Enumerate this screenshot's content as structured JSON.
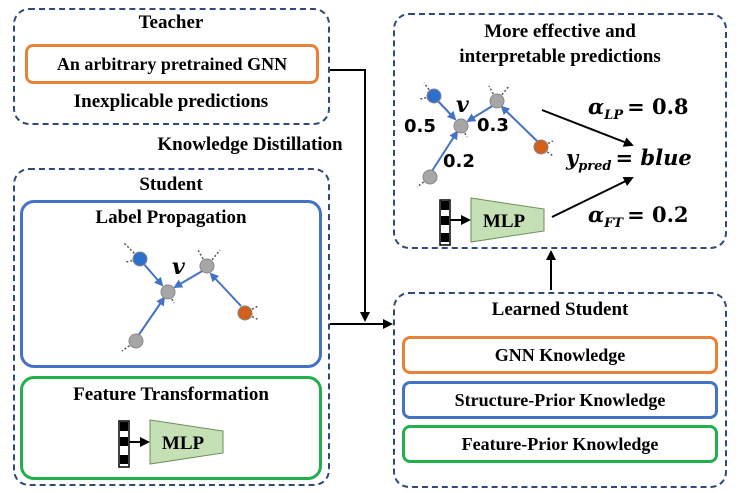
{
  "teacher": {
    "title": "Teacher",
    "gnn_label": "An arbitrary pretrained GNN",
    "predictions": "Inexplicable predictions"
  },
  "distillation_label": "Knowledge Distillation",
  "student": {
    "title": "Student",
    "label_propagation": "Label Propagation",
    "node_label": "v",
    "feature_transformation": "Feature Transformation",
    "mlp_label": "MLP"
  },
  "effective": {
    "title_line1": "More effective and",
    "title_line2": "interpretable predictions",
    "node_label": "v",
    "weight_a": "0.5",
    "weight_b": "0.3",
    "weight_c": "0.2",
    "alpha_lp": "α",
    "alpha_lp_sub": "LP",
    "alpha_lp_value": "= 0.8",
    "y_pred": "y",
    "y_pred_sub": "pred",
    "y_pred_value": "= blue",
    "alpha_ft": "α",
    "alpha_ft_sub": "FT",
    "alpha_ft_value": "= 0.2",
    "mlp_label": "MLP"
  },
  "learned_student": {
    "title": "Learned Student",
    "gnn_knowledge": "GNN Knowledge",
    "structure_prior": "Structure-Prior Knowledge",
    "feature_prior": "Feature-Prior Knowledge"
  },
  "colors": {
    "dashed_border": "#2f4a7a",
    "orange": "#e8823a",
    "blue": "#4472c4",
    "green": "#21b04b",
    "node_blue": "#2e6fce",
    "node_orange": "#d2601a",
    "node_gray": "#a6a6a6",
    "mlp_fill": "#c5e0b4"
  }
}
